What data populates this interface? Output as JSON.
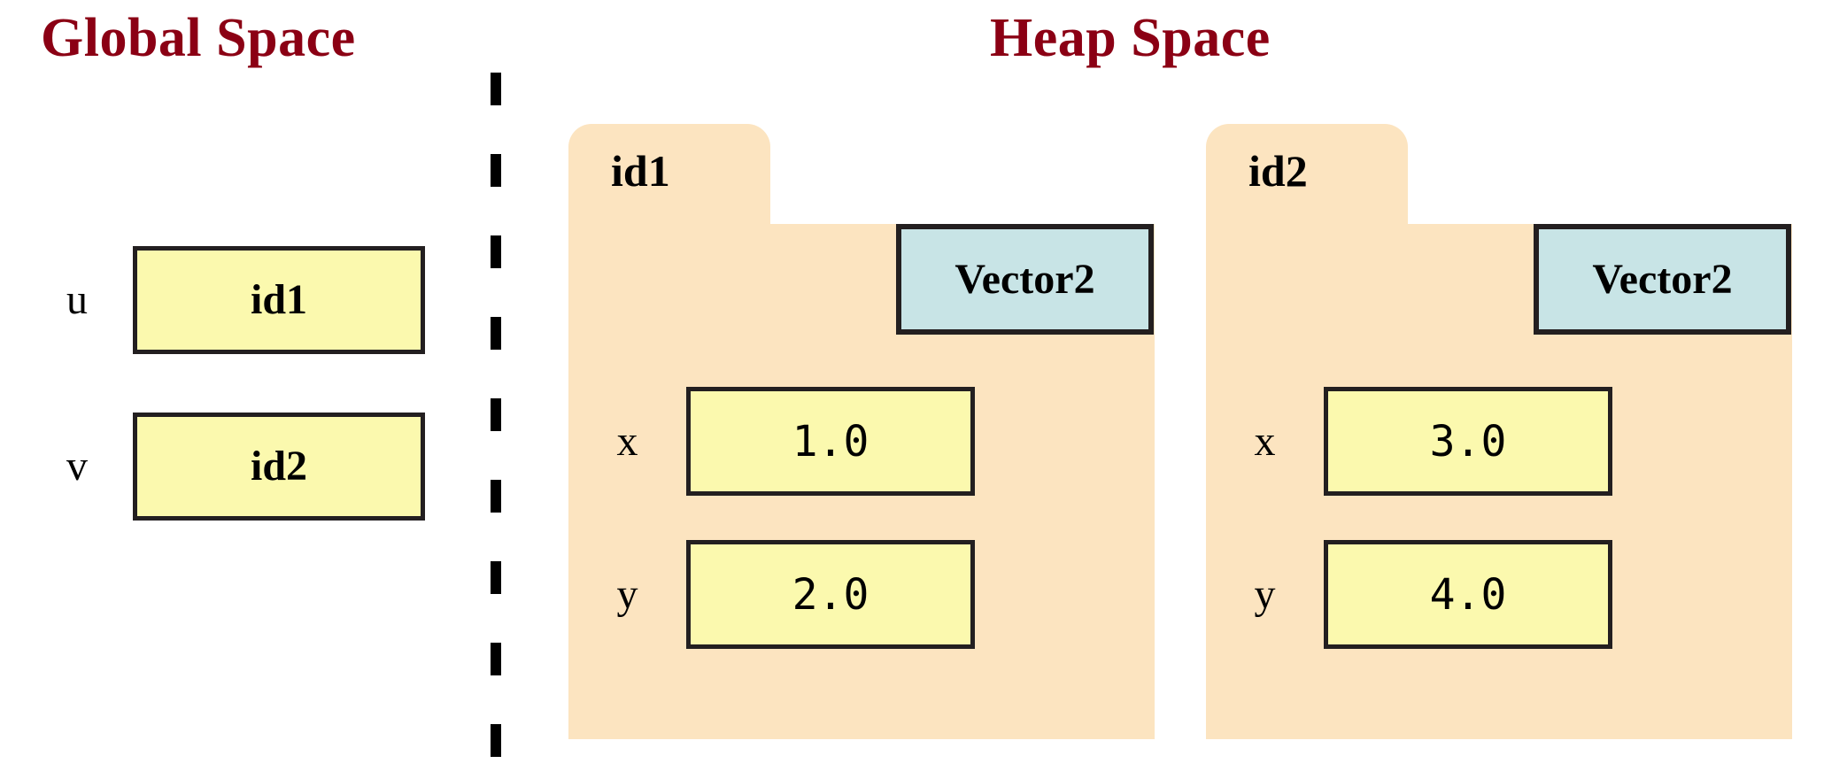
{
  "diagram": {
    "sections": {
      "global": {
        "title": "Global Space"
      },
      "heap": {
        "title": "Heap Space"
      }
    },
    "colors": {
      "title": "#8B0014",
      "reference_box_fill": "#FBF9AE",
      "heap_object_fill": "#FCE4C0",
      "type_box_fill": "#C8E4E6",
      "border": "#231f20",
      "background": "#ffffff"
    },
    "global_variables": [
      {
        "name": "u",
        "value": "id1"
      },
      {
        "name": "v",
        "value": "id2"
      }
    ],
    "heap_objects": [
      {
        "id": "id1",
        "type": "Vector2",
        "fields": [
          {
            "name": "x",
            "value": "1.0"
          },
          {
            "name": "y",
            "value": "2.0"
          }
        ]
      },
      {
        "id": "id2",
        "type": "Vector2",
        "fields": [
          {
            "name": "x",
            "value": "3.0"
          },
          {
            "name": "y",
            "value": "4.0"
          }
        ]
      }
    ]
  }
}
